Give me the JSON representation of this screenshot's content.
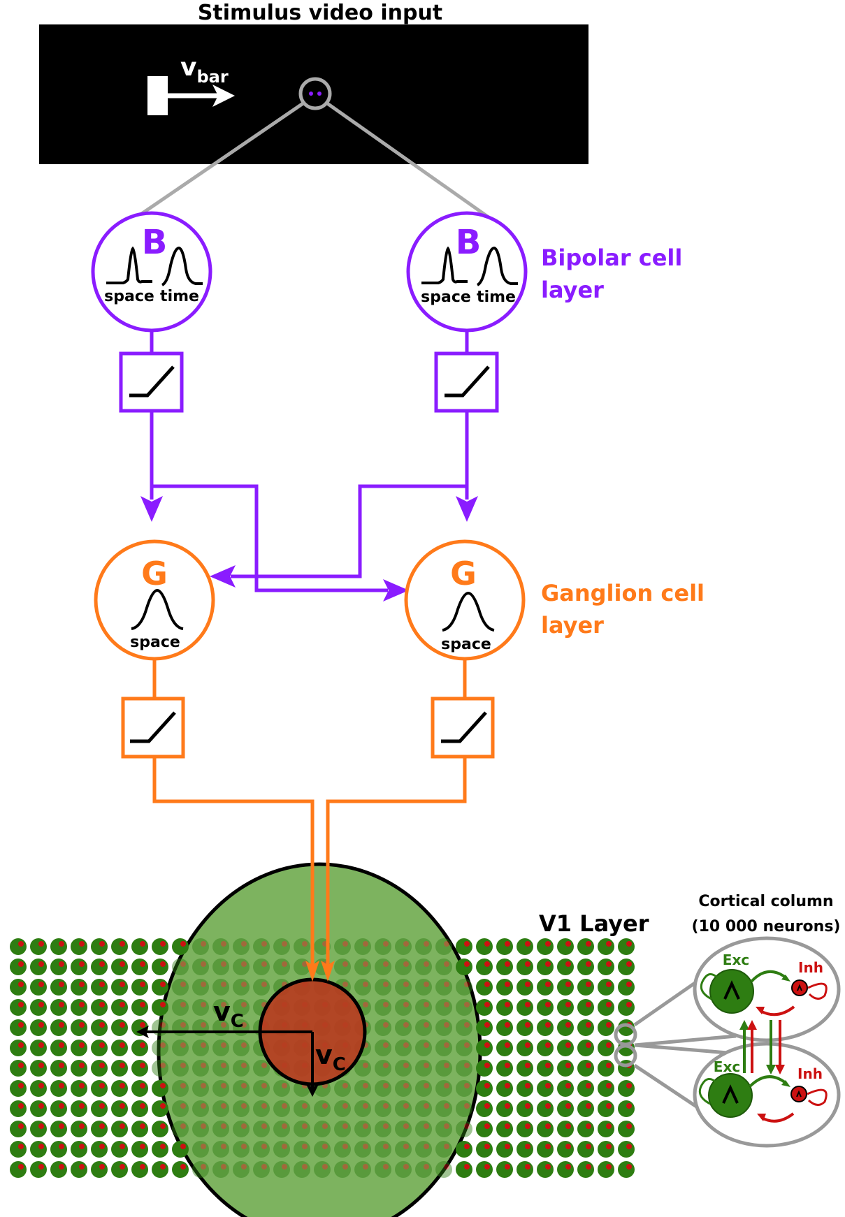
{
  "title": "Stimulus video input",
  "stimulus": {
    "velocity_main": "v",
    "velocity_sub": "bar"
  },
  "bipolar": {
    "letter": "B",
    "layer_label_line1": "Bipolar cell",
    "layer_label_line2": "layer",
    "kernel_space": "space",
    "kernel_time": "time"
  },
  "ganglion": {
    "letter": "G",
    "layer_label_line1": "Ganglion cell",
    "layer_label_line2": "layer",
    "kernel_space": "space"
  },
  "v1": {
    "label": "V1 Layer",
    "vc_main": "v",
    "vc_sub": "C"
  },
  "column": {
    "title_line1": "Cortical column",
    "title_line2": "(10 000 neurons)",
    "exc_label": "Exc",
    "inh_label": "Inh"
  },
  "colors": {
    "bipolar": "#8a1cff",
    "ganglion": "#ff7a1a",
    "neuron_green": "#2e7d12",
    "neuron_red": "#cc1111",
    "field_green": "#7db35f",
    "center_red": "#b83a1f",
    "lens_gray": "#999999"
  }
}
